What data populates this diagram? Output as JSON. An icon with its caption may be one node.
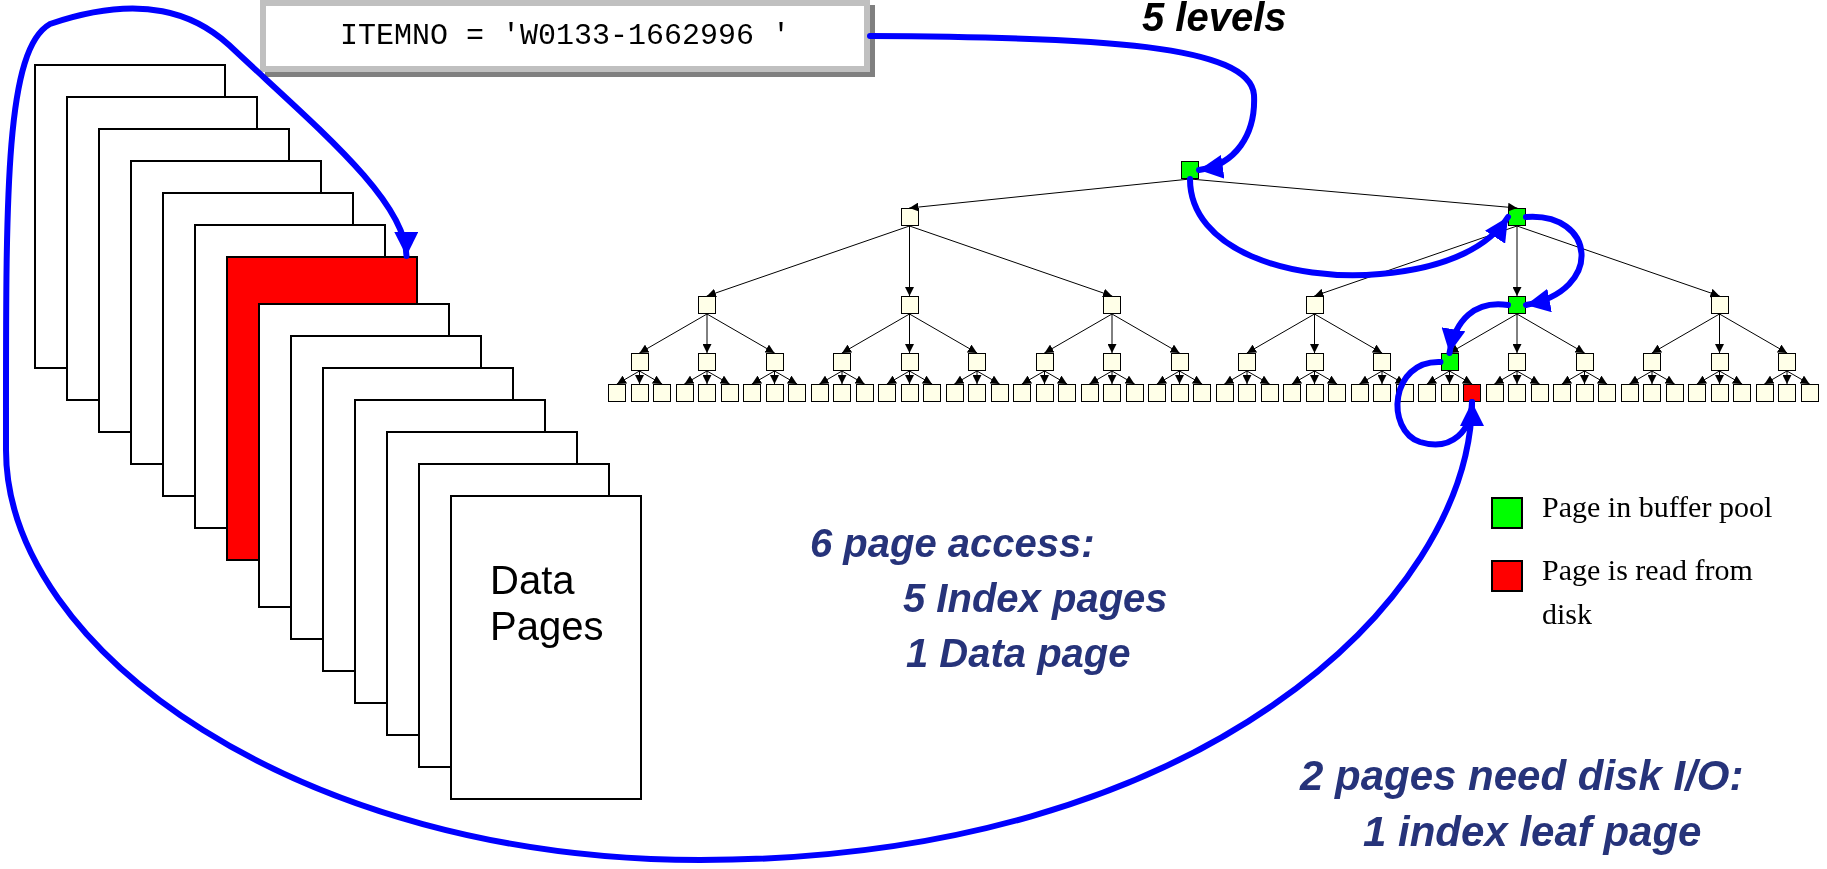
{
  "diagram": {
    "nodes": [
      {
        "text": [
          "ITEMNO = 'W0133-1662996 '"
        ]
      },
      {
        "text": [],
        "shape": "box"
      },
      {
        "text": [],
        "shape": "box"
      },
      {
        "text": [],
        "shape": "box"
      },
      {
        "text": [],
        "shape": "box"
      },
      {
        "text": [],
        "shape": "box"
      },
      {
        "text": [],
        "shape": "box"
      },
      {
        "text": [],
        "shape": "box"
      },
      {
        "text": [],
        "shape": "box"
      },
      {
        "text": [],
        "shape": "box"
      },
      {
        "text": [],
        "shape": "box"
      },
      {
        "text": [],
        "shape": "box"
      },
      {
        "text": [],
        "shape": "box"
      },
      {
        "text": [],
        "shape": "box"
      },
      {
        "text": [],
        "shape": "box"
      },
      {
        "text": [],
        "shape": "box"
      },
      {
        "text": [],
        "shape": "box"
      },
      {
        "text": [],
        "shape": "box"
      },
      {
        "text": [],
        "shape": "box"
      },
      {
        "text": [],
        "shape": "box"
      },
      {
        "text": [],
        "shape": "box"
      },
      {
        "text": [],
        "shape": "box"
      },
      {
        "text": [],
        "shape": "box"
      },
      {
        "text": [],
        "shape": "box"
      },
      {
        "text": [],
        "shape": "box"
      },
      {
        "text": [],
        "shape": "box"
      },
      {
        "text": [],
        "shape": "box"
      },
      {
        "text": [],
        "shape": "box"
      },
      {
        "text": [],
        "shape": "box"
      },
      {
        "text": [],
        "shape": "box"
      },
      {
        "text": [],
        "shape": "box"
      },
      {
        "text": [],
        "shape": "box"
      },
      {
        "text": [],
        "shape": "box"
      },
      {
        "text": [],
        "shape": "box"
      },
      {
        "text": [],
        "shape": "box"
      },
      {
        "text": [],
        "shape": "box"
      },
      {
        "text": [],
        "shape": "box"
      },
      {
        "text": [],
        "shape": "box"
      },
      {
        "text": [],
        "shape": "box"
      },
      {
        "text": [],
        "shape": "box"
      },
      {
        "text": [],
        "shape": "box"
      },
      {
        "text": [],
        "shape": "box"
      },
      {
        "text": [],
        "shape": "box"
      },
      {
        "text": [],
        "shape": "box"
      },
      {
        "text": [],
        "shape": "box"
      },
      {
        "text": [],
        "shape": "box"
      },
      {
        "text": [],
        "shape": "box"
      },
      {
        "text": [],
        "shape": "box"
      },
      {
        "text": [],
        "shape": "box"
      },
      {
        "text": [],
        "shape": "box"
      },
      {
        "text": [],
        "shape": "box"
      },
      {
        "text": [],
        "shape": "box"
      },
      {
        "text": [],
        "shape": "box"
      },
      {
        "text": [],
        "shape": "box"
      },
      {
        "text": [],
        "shape": "box"
      },
      {
        "text": [],
        "shape": "box"
      },
      {
        "text": [],
        "shape": "box"
      },
      {
        "text": [],
        "shape": "box"
      },
      {
        "text": [],
        "shape": "box"
      },
      {
        "text": [],
        "shape": "box"
      },
      {
        "text": [],
        "shape": "box"
      },
      {
        "text": [],
        "shape": "box"
      },
      {
        "text": [],
        "shape": "box"
      },
      {
        "text": [],
        "shape": "box"
      },
      {
        "text": [],
        "shape": "box"
      },
      {
        "text": [],
        "shape": "box"
      },
      {
        "text": [],
        "shape": "box"
      },
      {
        "text": [],
        "shape": "box"
      },
      {
        "text": [],
        "shape": "box"
      },
      {
        "text": [],
        "shape": "box"
      },
      {
        "text": [],
        "shape": "box"
      },
      {
        "text": [],
        "shape": "box"
      },
      {
        "text": [],
        "shape": "box"
      },
      {
        "text": [],
        "shape": "box"
      },
      {
        "text": [],
        "shape": "box"
      },
      {
        "text": [],
        "shape": "box"
      },
      {
        "text": [],
        "shape": "box"
      },
      {
        "text": [],
        "shape": "box"
      },
      {
        "text": [],
        "shape": "box"
      },
      {
        "text": [],
        "shape": "box"
      },
      {
        "text": [],
        "shape": "box"
      },
      {
        "text": [],
        "shape": "box"
      },
      {
        "text": [],
        "shape": "box"
      },
      {
        "text": [],
        "shape": "box"
      },
      {
        "text": [],
        "shape": "box"
      },
      {
        "text": [],
        "shape": "box"
      },
      {
        "text": [],
        "shape": "box"
      },
      {
        "text": [],
        "shape": "box"
      },
      {
        "text": [],
        "shape": "box"
      },
      {
        "text": [],
        "shape": "box"
      },
      {
        "text": [],
        "shape": "box"
      },
      {
        "text": [],
        "shape": "box"
      },
      {
        "text": [],
        "shape": "box"
      },
      {
        "text": [],
        "shape": "box"
      },
      {
        "text": [],
        "shape": "box"
      },
      {
        "text": [
          "Data Pages"
        ]
      }
    ],
    "edges": [
      {
        "from": 1,
        "to": 2,
        "arrow": "to"
      },
      {
        "from": 1,
        "to": 3,
        "arrow": "to"
      },
      {
        "from": 2,
        "to": 4,
        "arrow": "to"
      },
      {
        "from": 2,
        "to": 5,
        "arrow": "to"
      },
      {
        "from": 2,
        "to": 6,
        "arrow": "to"
      },
      {
        "from": 3,
        "to": 7,
        "arrow": "to"
      },
      {
        "from": 3,
        "to": 8,
        "arrow": "to"
      },
      {
        "from": 3,
        "to": 9,
        "arrow": "to"
      },
      {
        "from": 4,
        "to": 10,
        "arrow": "to"
      },
      {
        "from": 4,
        "to": 11,
        "arrow": "to"
      },
      {
        "from": 4,
        "to": 12,
        "arrow": "to"
      },
      {
        "from": 5,
        "to": 13,
        "arrow": "to"
      },
      {
        "from": 5,
        "to": 14,
        "arrow": "to"
      },
      {
        "from": 5,
        "to": 15,
        "arrow": "to"
      },
      {
        "from": 6,
        "to": 16,
        "arrow": "to"
      },
      {
        "from": 6,
        "to": 17,
        "arrow": "to"
      },
      {
        "from": 6,
        "to": 18,
        "arrow": "to"
      },
      {
        "from": 7,
        "to": 19,
        "arrow": "to"
      },
      {
        "from": 7,
        "to": 20,
        "arrow": "to"
      },
      {
        "from": 7,
        "to": 21,
        "arrow": "to"
      },
      {
        "from": 8,
        "to": 22,
        "arrow": "to"
      },
      {
        "from": 8,
        "to": 23,
        "arrow": "to"
      },
      {
        "from": 8,
        "to": 24,
        "arrow": "to"
      },
      {
        "from": 9,
        "to": 25,
        "arrow": "to"
      },
      {
        "from": 9,
        "to": 26,
        "arrow": "to"
      },
      {
        "from": 9,
        "to": 27,
        "arrow": "to"
      },
      {
        "from": 10,
        "to": 28,
        "arrow": "to"
      },
      {
        "from": 10,
        "to": 29,
        "arrow": "to"
      },
      {
        "from": 10,
        "to": 30,
        "arrow": "to"
      },
      {
        "from": 11,
        "to": 31,
        "arrow": "to"
      },
      {
        "from": 11,
        "to": 32,
        "arrow": "to"
      },
      {
        "from": 11,
        "to": 33,
        "arrow": "to"
      },
      {
        "from": 12,
        "to": 34,
        "arrow": "to"
      },
      {
        "from": 12,
        "to": 35,
        "arrow": "to"
      },
      {
        "from": 12,
        "to": 36,
        "arrow": "to"
      },
      {
        "from": 13,
        "to": 37,
        "arrow": "to"
      },
      {
        "from": 13,
        "to": 38,
        "arrow": "to"
      },
      {
        "from": 13,
        "to": 39,
        "arrow": "to"
      },
      {
        "from": 14,
        "to": 40,
        "arrow": "to"
      },
      {
        "from": 14,
        "to": 41,
        "arrow": "to"
      },
      {
        "from": 14,
        "to": 42,
        "arrow": "to"
      },
      {
        "from": 15,
        "to": 43,
        "arrow": "to"
      },
      {
        "from": 15,
        "to": 44,
        "arrow": "to"
      },
      {
        "from": 15,
        "to": 45,
        "arrow": "to"
      },
      {
        "from": 16,
        "to": 46,
        "arrow": "to"
      },
      {
        "from": 16,
        "to": 47,
        "arrow": "to"
      },
      {
        "from": 16,
        "to": 48,
        "arrow": "to"
      },
      {
        "from": 17,
        "to": 49,
        "arrow": "to"
      },
      {
        "from": 17,
        "to": 50,
        "arrow": "to"
      },
      {
        "from": 17,
        "to": 51,
        "arrow": "to"
      },
      {
        "from": 18,
        "to": 52,
        "arrow": "to"
      },
      {
        "from": 18,
        "to": 53,
        "arrow": "to"
      },
      {
        "from": 18,
        "to": 54,
        "arrow": "to"
      },
      {
        "from": 19,
        "to": 55,
        "arrow": "to"
      },
      {
        "from": 19,
        "to": 56,
        "arrow": "to"
      },
      {
        "from": 19,
        "to": 57,
        "arrow": "to"
      },
      {
        "from": 20,
        "to": 58,
        "arrow": "to"
      },
      {
        "from": 20,
        "to": 59,
        "arrow": "to"
      },
      {
        "from": 20,
        "to": 60,
        "arrow": "to"
      },
      {
        "from": 21,
        "to": 61,
        "arrow": "to"
      },
      {
        "from": 21,
        "to": 62,
        "arrow": "to"
      },
      {
        "from": 21,
        "to": 63,
        "arrow": "to"
      },
      {
        "from": 22,
        "to": 64,
        "arrow": "to"
      },
      {
        "from": 22,
        "to": 65,
        "arrow": "to"
      },
      {
        "from": 22,
        "to": 66,
        "arrow": "to"
      },
      {
        "from": 23,
        "to": 67,
        "arrow": "to"
      },
      {
        "from": 23,
        "to": 68,
        "arrow": "to"
      },
      {
        "from": 23,
        "to": 69,
        "arrow": "to"
      },
      {
        "from": 24,
        "to": 70,
        "arrow": "to"
      },
      {
        "from": 24,
        "to": 71,
        "arrow": "to"
      },
      {
        "from": 24,
        "to": 72,
        "arrow": "to"
      },
      {
        "from": 25,
        "to": 73,
        "arrow": "to"
      },
      {
        "from": 25,
        "to": 74,
        "arrow": "to"
      },
      {
        "from": 25,
        "to": 75,
        "arrow": "to"
      },
      {
        "from": 26,
        "to": 76,
        "arrow": "to"
      },
      {
        "from": 26,
        "to": 77,
        "arrow": "to"
      },
      {
        "from": 26,
        "to": 78,
        "arrow": "to"
      },
      {
        "from": 27,
        "to": 79,
        "arrow": "to"
      },
      {
        "from": 27,
        "to": 80,
        "arrow": "to"
      },
      {
        "from": 27,
        "to": 81,
        "arrow": "to"
      },
      {
        "from": 0,
        "to": 1,
        "arrow": "to",
        "style": "thick",
        "color": "#0000ff"
      },
      {
        "from": 1,
        "to": 3,
        "arrow": "to",
        "style": "thick",
        "color": "#0000ff"
      },
      {
        "from": 3,
        "to": 8,
        "arrow": "to",
        "style": "thick",
        "color": "#0000ff"
      },
      {
        "from": 8,
        "to": 22,
        "arrow": "to",
        "style": "thick",
        "color": "#0000ff"
      },
      {
        "from": 22,
        "to": 66,
        "arrow": "to",
        "style": "thick",
        "color": "#0000ff"
      },
      {
        "from": 66,
        "to": 88,
        "arrow": "to",
        "style": "thick",
        "color": "#0000ff"
      }
    ],
    "labels": [
      "5 levels",
      "6 page access:",
      "5 Index pages",
      "1 Data page",
      "2 pages need disk I/O:",
      "1 index leaf page"
    ],
    "legend": [
      {
        "text": "Page in buffer pool",
        "color": "#00ff00"
      },
      {
        "text": "Page is read from disk",
        "color": "#ff0000"
      }
    ]
  }
}
